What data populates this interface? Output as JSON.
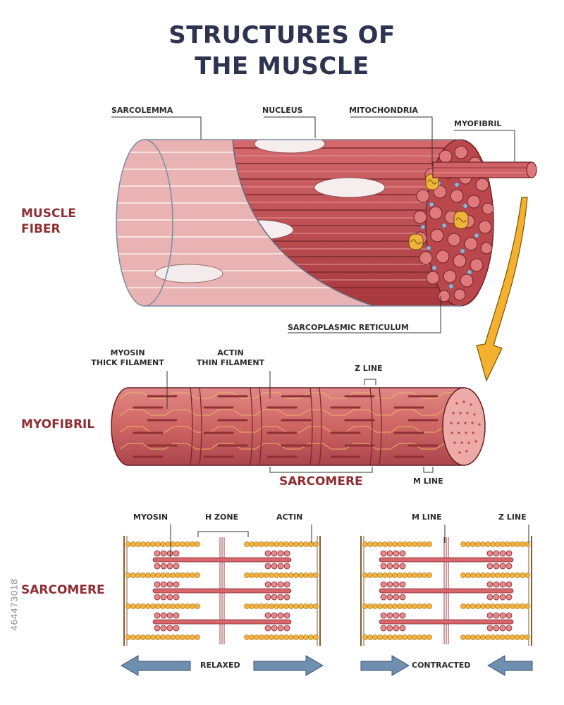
{
  "title": {
    "line1": "STRUCTURES OF",
    "line2": "THE MUSCLE"
  },
  "sections": {
    "muscle_fiber": {
      "line1": "MUSCLE",
      "line2": "FIBER"
    },
    "myofibril": "MYOFIBRIL",
    "sarcomere": "SARCOMERE"
  },
  "labels": {
    "sarcolemma": "SARCOLEMMA",
    "nucleus": "NUCLEUS",
    "mitochondria": "MITOCHONDRIA",
    "myofibril": "MYOFIBRIL",
    "sarcoplasmic_reticulum": "SARCOPLASMIC RETICULUM",
    "myosin_thick_1": "MYOSIN",
    "myosin_thick_2": "THICK FILAMENT",
    "actin_thin_1": "ACTIN",
    "actin_thin_2": "THIN FILAMENT",
    "z_line": "Z LINE",
    "m_line": "M LINE",
    "sarcomere": "SARCOMERE",
    "myosin": "MYOSIN",
    "h_zone": "H ZONE",
    "actin": "ACTIN",
    "m_line_2": "M LINE",
    "z_line_2": "Z LINE",
    "relaxed": "RELAXED",
    "contracted": "CONTRACTED"
  },
  "stock_id": "464473018",
  "colors": {
    "title": "#2e3450",
    "section": "#8f2f33",
    "muscle": "#c8555a",
    "muscle_dark": "#8f3539",
    "actin_bead": "#f2b23f",
    "arrow_blue": "#6f8fb0",
    "arrow_yellow": "#f3b12f"
  }
}
